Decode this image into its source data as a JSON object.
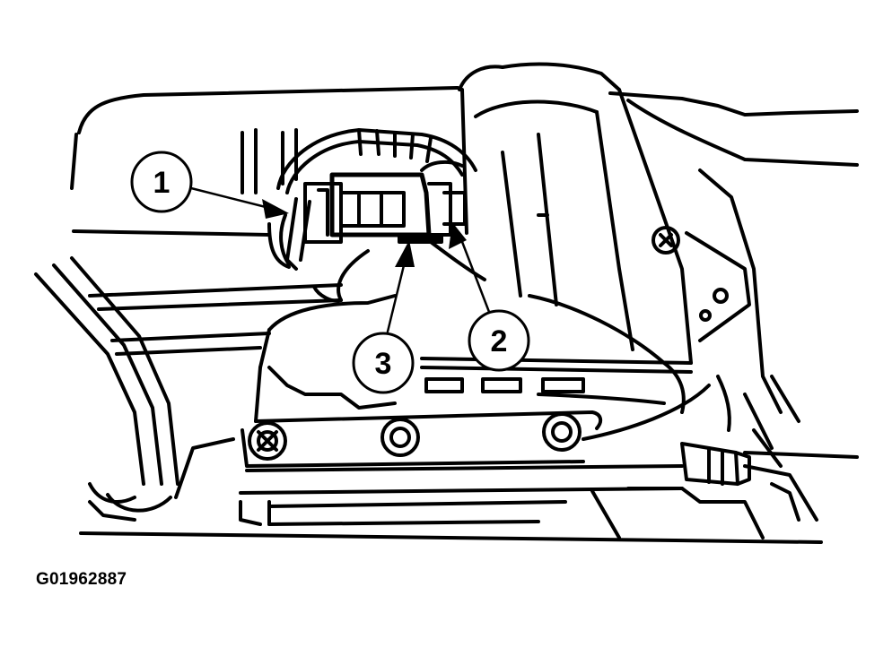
{
  "figure": {
    "figure_id": "G01962887",
    "callouts": [
      {
        "label": "1"
      },
      {
        "label": "2"
      },
      {
        "label": "3"
      }
    ],
    "colors": {
      "ink": "#000000",
      "paper": "#ffffff"
    }
  }
}
